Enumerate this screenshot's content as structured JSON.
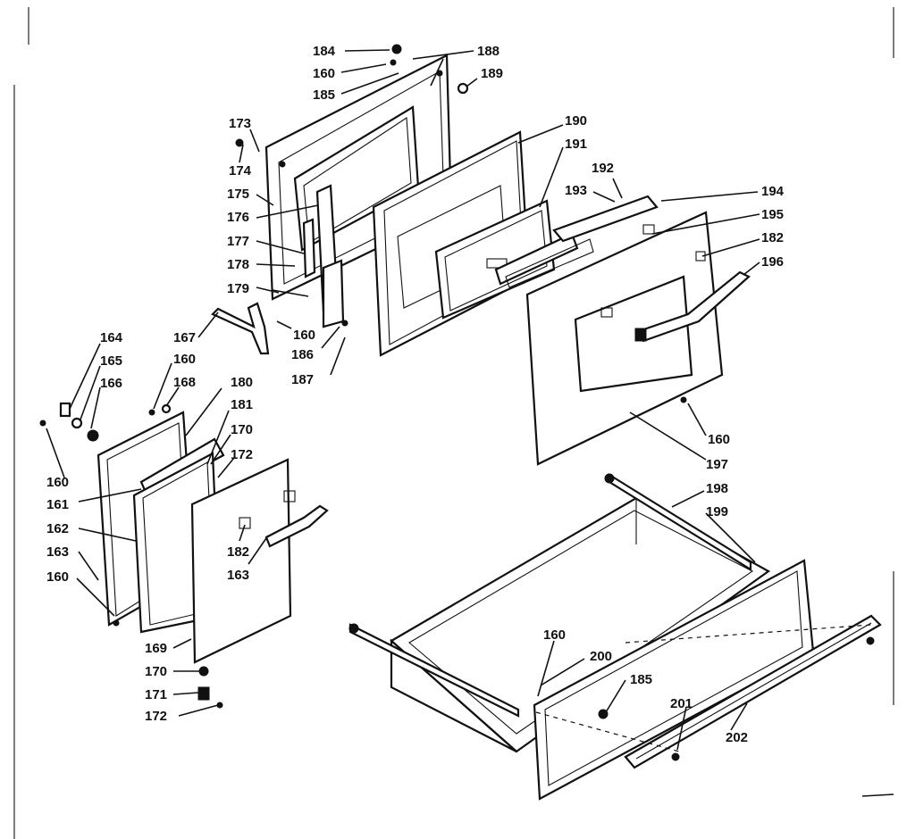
{
  "labels": {
    "l184": "184",
    "l188": "188",
    "l160a": "160",
    "l189": "189",
    "l185a": "185",
    "l190": "190",
    "l191": "191",
    "l192": "192",
    "l193": "193",
    "l194": "194",
    "l195": "195",
    "l182a": "182",
    "l196": "196",
    "l173": "173",
    "l174": "174",
    "l175": "175",
    "l176": "176",
    "l177": "177",
    "l178": "178",
    "l179": "179",
    "l160b": "160",
    "l186": "186",
    "l187": "187",
    "l167": "167",
    "l164": "164",
    "l165": "165",
    "l166": "166",
    "l160c": "160",
    "l168": "168",
    "l180": "180",
    "l181": "181",
    "l170a": "170",
    "l172a": "172",
    "l160d": "160",
    "l161": "161",
    "l162": "162",
    "l163a": "163",
    "l160e": "160",
    "l182b": "182",
    "l163b": "163",
    "l169": "169",
    "l170b": "170",
    "l171": "171",
    "l172b": "172",
    "l160f": "160",
    "l197": "197",
    "l198": "198",
    "l199": "199",
    "l160g": "160",
    "l200": "200",
    "l185b": "185",
    "l201": "201",
    "l202": "202"
  }
}
